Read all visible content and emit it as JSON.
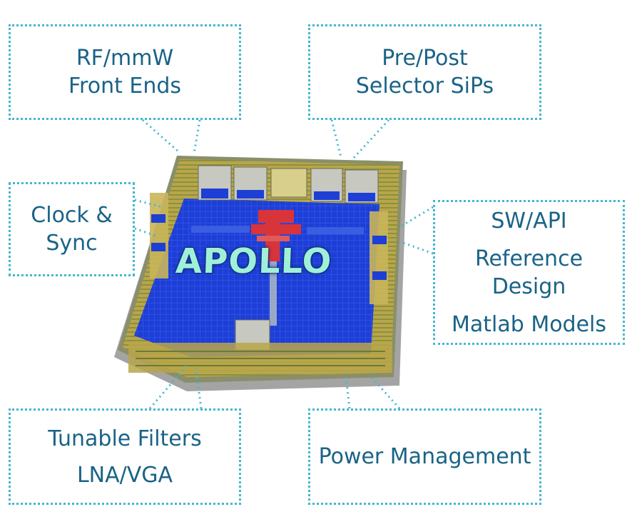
{
  "chip": {
    "label": "APOLLO"
  },
  "callouts": {
    "rf_front_ends": {
      "lines": [
        "RF/mmW",
        "Front Ends"
      ]
    },
    "pre_post_selector": {
      "lines": [
        "Pre/Post",
        "Selector SiPs"
      ]
    },
    "clock_sync": {
      "lines": [
        "Clock &",
        "Sync"
      ]
    },
    "software": {
      "lines": [
        "SW/API",
        "Reference",
        "Design",
        "Matlab Models"
      ]
    },
    "tunable_filters": {
      "lines": [
        "Tunable Filters",
        "LNA/VGA"
      ]
    },
    "power_management": {
      "lines": [
        "Power Management"
      ]
    }
  },
  "colors": {
    "callout_border": "#44b7cf",
    "callout_text": "#1a6387",
    "chip_core": "#1e3fd6",
    "chip_ring": "#c9b55a",
    "chip_label": "#9ff0d8",
    "chip_core_accent": "#d8343a"
  }
}
